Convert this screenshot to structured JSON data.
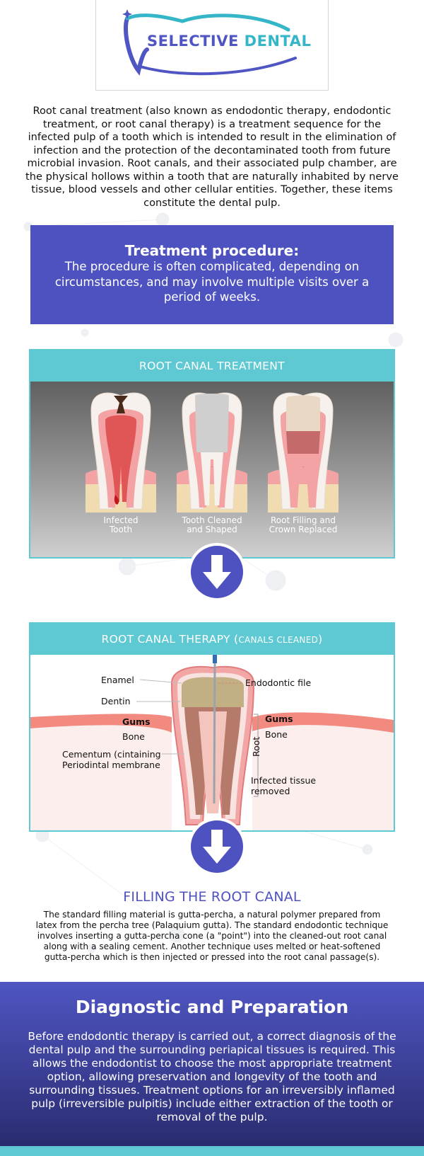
{
  "logo": {
    "word1": "SELECTIVE",
    "word2": "DENTAL",
    "color_primary": "#4f55c2",
    "color_accent": "#34b6c8"
  },
  "intro": {
    "text": "Root canal treatment (also known as endodontic therapy, endodontic treatment, or root canal therapy) is a treatment sequence for the infected pulp of a tooth which is intended to result in the elimination of infection and the protection of the decontaminated tooth from future microbial invasion. Root canals, and their associated pulp chamber, are the physical hollows within a tooth that are naturally inhabited by nerve tissue, blood vessels and other cellular entities. Together, these items constitute the dental pulp."
  },
  "procedure": {
    "title": "Treatment procedure:",
    "text": "The procedure is often complicated, depending on circumstances, and may involve multiple visits over a period of weeks."
  },
  "treatment_card": {
    "header": "ROOT CANAL TREATMENT",
    "stages": [
      {
        "label_line1": "Infected",
        "label_line2": "Tooth"
      },
      {
        "label_line1": "Tooth Cleaned",
        "label_line2": "and Shaped"
      },
      {
        "label_line1": "Root Filling and",
        "label_line2": "Crown Replaced"
      }
    ]
  },
  "arrows": {
    "icon": "arrow-down-icon",
    "color": "#4d52c0"
  },
  "therapy_card": {
    "header_main": "ROOT CANAL THERAPY (",
    "header_small": "CANALS CLEANED",
    "header_end": ")",
    "labels": {
      "enamel": "Enamel",
      "dentin": "Dentin",
      "gums_left": "Gums",
      "bone_left": "Bone",
      "cementum_line1": "Cementum (cintaining",
      "cementum_line2": "Periodintal membrane",
      "endodontic_file": "Endodontic file",
      "gums_right": "Gums",
      "bone_right": "Bone",
      "root": "Root",
      "infected_line1": "Infected tissue",
      "infected_line2": "removed"
    }
  },
  "filling": {
    "title": "FILLING THE ROOT CANAL",
    "text": "The standard filling material is gutta-percha, a natural polymer prepared from latex from the percha tree (Palaquium gutta). The standard endodontic technique involves inserting a gutta-percha cone (a \"point\") into the cleaned-out root canal along with a sealing cement. Another technique uses melted or heat-softened gutta-percha which is then injected or pressed into the root canal passage(s)."
  },
  "diagnostic": {
    "title": "Diagnostic and Preparation",
    "text": "Before endodontic therapy is carried out, a correct diagnosis of the dental pulp and the surrounding periapical tissues is required. This allows the endodontist to choose the most appropriate treatment option, allowing preservation and longevity of the tooth and surrounding tissues. Treatment options for an irreversibly inflamed pulp (irreversible pulpitis) include either extraction of the tooth or removal of the pulp."
  }
}
